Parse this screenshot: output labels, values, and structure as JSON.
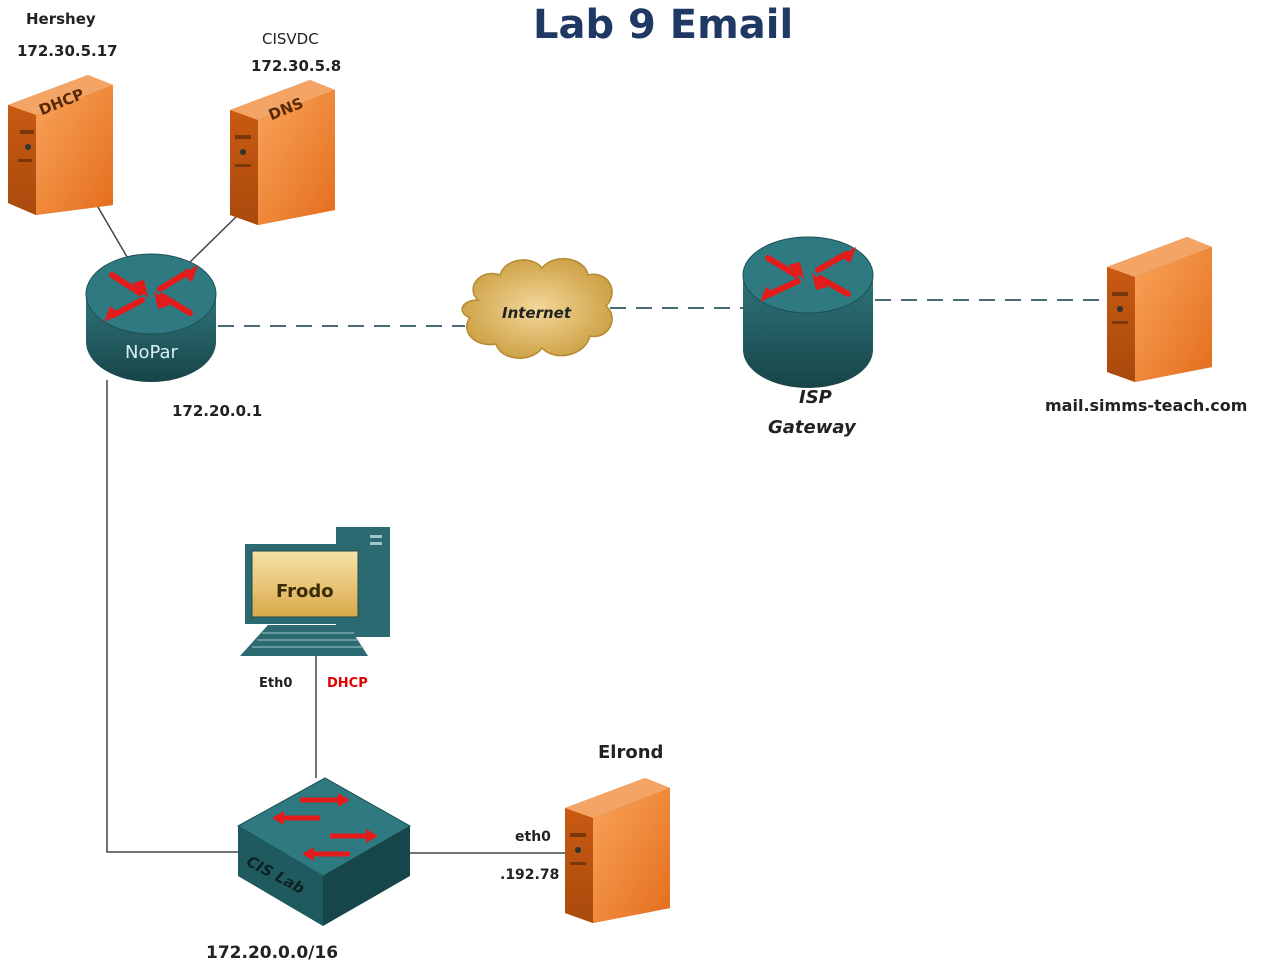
{
  "title": "Lab 9 Email",
  "colors": {
    "title": "#1f3864",
    "server_orange": "#f07f2c",
    "router_teal": "#2b6a70",
    "arrow_red": "#e31b1b",
    "dhcp_red": "#e00000",
    "cloud_gold": "#d9b048"
  },
  "nodes": {
    "hershey": {
      "name": "Hershey",
      "ip": "172.30.5.17",
      "role": "DHCP",
      "icon": "server-icon"
    },
    "cisvdc": {
      "name": "CISVDC",
      "ip": "172.30.5.8",
      "role": "DNS",
      "icon": "server-icon"
    },
    "nopar": {
      "name": "NoPar",
      "ip": "172.20.0.1",
      "icon": "router-icon"
    },
    "internet": {
      "name": "Internet",
      "icon": "cloud-icon"
    },
    "isp": {
      "name_line1": "ISP",
      "name_line2": "Gateway",
      "icon": "router-icon"
    },
    "mail": {
      "name": "mail.simms-teach.com",
      "icon": "server-icon"
    },
    "frodo": {
      "name": "Frodo",
      "iface": "Eth0",
      "addr": "DHCP",
      "icon": "desktop-computer-icon"
    },
    "cislab": {
      "name": "CIS Lab",
      "network": "172.20.0.0/16",
      "icon": "switch-icon"
    },
    "elrond": {
      "name": "Elrond",
      "iface": "eth0",
      "addr": ".192.78",
      "icon": "server-icon"
    }
  }
}
